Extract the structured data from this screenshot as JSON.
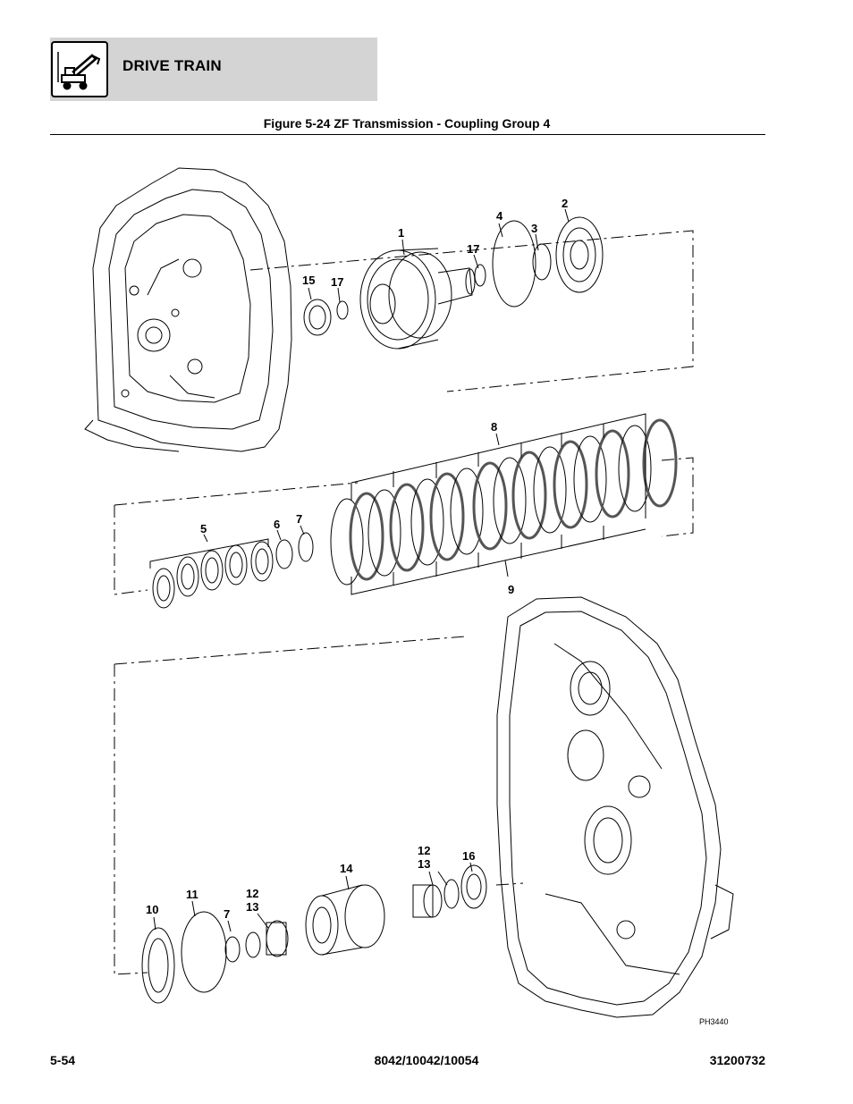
{
  "header": {
    "section_title": "DRIVE TRAIN",
    "figure_title": "Figure 5-24 ZF Transmission - Coupling Group 4"
  },
  "figure": {
    "photo_id": "PH3440",
    "callouts": {
      "c1": "1",
      "c2": "2",
      "c3": "3",
      "c4": "4",
      "c5": "5",
      "c6": "6",
      "c7a": "7",
      "c7b": "7",
      "c8": "8",
      "c9": "9",
      "c10": "10",
      "c11": "11",
      "c12a": "12",
      "c13a": "13",
      "c12b": "12",
      "c13b": "13",
      "c14": "14",
      "c15": "15",
      "c16": "16",
      "c17a": "17",
      "c17b": "17"
    }
  },
  "footer": {
    "page_number": "5-54",
    "models": "8042/10042/10054",
    "doc_number": "31200732"
  }
}
